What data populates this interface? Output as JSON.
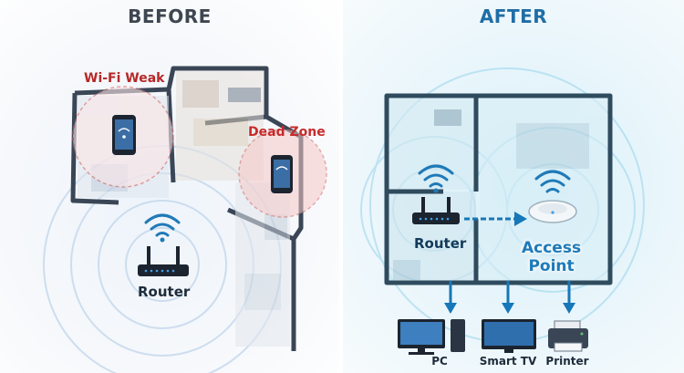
{
  "before": {
    "heading": "BEFORE",
    "callout_weak": "Wi-Fi Weak",
    "callout_dead": "Dead Zone",
    "router_label": "Router"
  },
  "after": {
    "heading": "AFTER",
    "router_label": "Router",
    "access_point_label_line1": "Access",
    "access_point_label_line2": "Point",
    "devices": [
      {
        "label": "PC",
        "icon": "desktop-pc-icon"
      },
      {
        "label": "Smart TV",
        "icon": "smart-tv-icon"
      },
      {
        "label": "Printer",
        "icon": "printer-icon"
      }
    ]
  },
  "colors": {
    "before_heading": "#3e4650",
    "after_heading": "#1f6ea6",
    "weak_signal": "#b62828",
    "wifi_blue": "#1f7ab8",
    "arrow_blue": "#1677b9"
  }
}
